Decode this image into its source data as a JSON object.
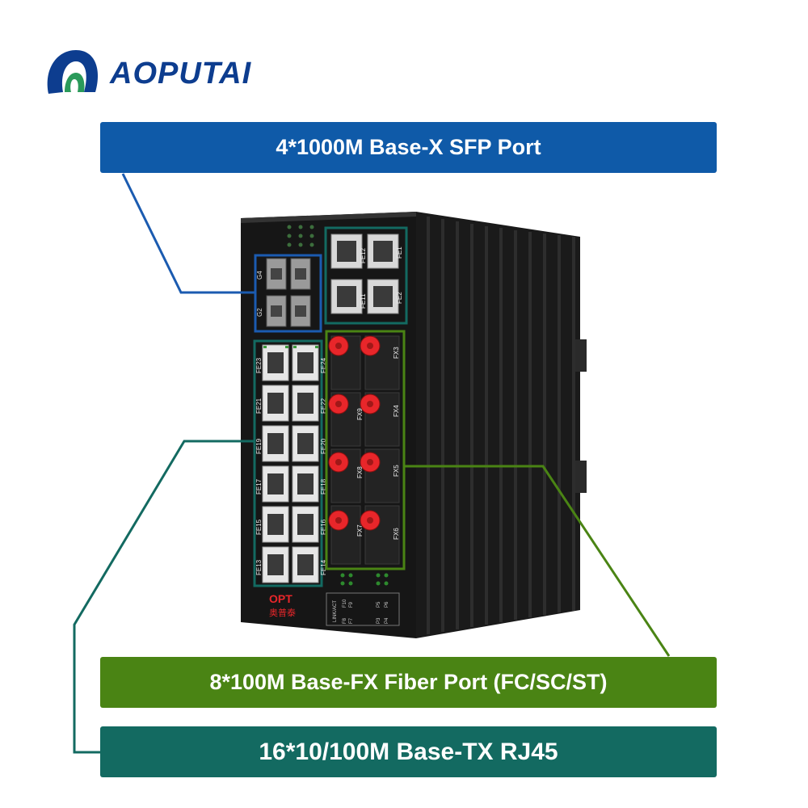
{
  "brand": {
    "name": "AOPUTAI",
    "color": "#0d3d8f",
    "accent": "#2a9a5a",
    "logo_icon": "aoputai-logo-icon"
  },
  "callouts": {
    "sfp": {
      "label": "4*1000M Base-X SFP Port",
      "color": "#0f5aa8"
    },
    "fiber": {
      "label": "8*100M Base-FX Fiber Port (FC/SC/ST)",
      "color": "#4a8414"
    },
    "rj45": {
      "label": "16*10/100M Base-TX RJ45",
      "color": "#136a61"
    }
  },
  "device": {
    "maker_mark": "OPT",
    "maker_cn": "奥普泰",
    "sfp_labels": [
      "G4",
      "G2"
    ],
    "top_rj45_labels": [
      "FE12",
      "FE1",
      "FE11",
      "FE2"
    ],
    "left_rj45_labels": [
      "FE23",
      "FE24",
      "FE21",
      "FE22",
      "FE19",
      "FE20",
      "FE17",
      "FE18",
      "FE15",
      "FE16",
      "FE13",
      "FE14"
    ],
    "fiber_labels": [
      "FX3",
      "FX9",
      "FX4",
      "FX8",
      "FX5",
      "FX7",
      "FX6"
    ],
    "led_labels": [
      "LINK/ACT",
      "F10",
      "F9",
      "F8",
      "F7",
      "P5",
      "P6",
      "P3",
      "P4"
    ]
  }
}
